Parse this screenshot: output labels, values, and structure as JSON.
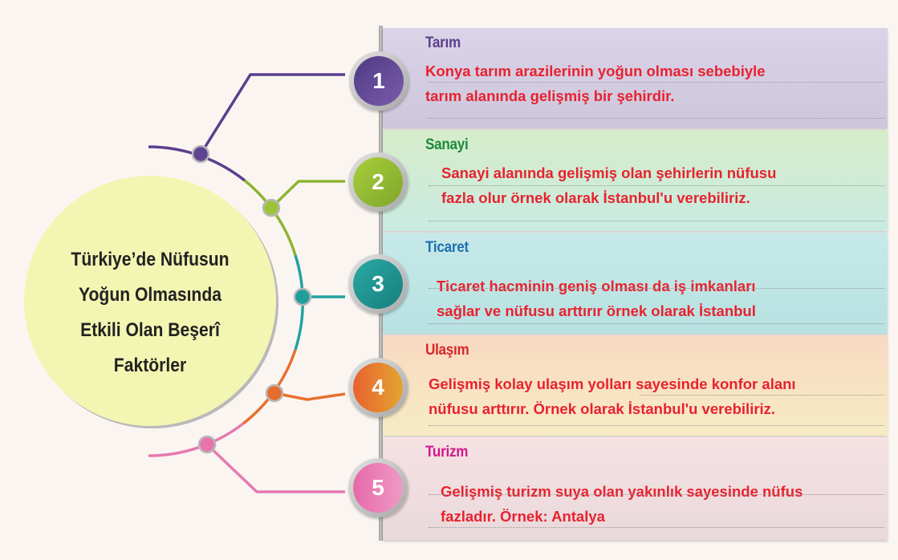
{
  "center": {
    "title_lines": [
      "Türkiye’de Nüfusun",
      "Yoğun Olmasında",
      "Etkili Olan Beşerî",
      "Faktörler"
    ]
  },
  "factors": [
    {
      "number": "1",
      "title": "Tarım",
      "title_color": "#5b3f8c",
      "lines": [
        "Konya tarım arazilerinin yoğun olması  sebebiyle",
        "tarım alanında gelişmiş bir şehirdir."
      ],
      "card_color": "#d6cfe3",
      "circle_color": "#5e4592",
      "line_color": "#5b3f8c"
    },
    {
      "number": "2",
      "title": "Sanayi",
      "title_color": "#1a8a3c",
      "lines": [
        "Sanayi alanında gelişmiş olan şehirlerin nüfusu",
        "fazla olur örnek olarak İstanbul'u verebiliriz."
      ],
      "card_color": "#d5eccf",
      "circle_color": "#9cc43a",
      "line_color": "#8db432"
    },
    {
      "number": "3",
      "title": "Ticaret",
      "title_color": "#1f6fb2",
      "lines": [
        "Ticaret hacminin geniş olması da iş imkanları",
        "sağlar ve nüfusu arttırır örnek olarak İstanbul"
      ],
      "card_color": "#c3e7e7",
      "circle_color": "#1f9e9a",
      "line_color": "#22a2a0"
    },
    {
      "number": "4",
      "title": "Ulaşım",
      "title_color": "#d8262b",
      "lines": [
        "Gelişmiş kolay ulaşım yolları sayesinde konfor alanı",
        "nüfusu arttırır. Örnek olarak İstanbul'u verebiliriz."
      ],
      "card_color": "#f8dcc0",
      "circle_color": "#e76b2d",
      "line_color": "#e8702d"
    },
    {
      "number": "5",
      "title": "Turizm",
      "title_color": "#d6178a",
      "lines": [
        "Gelişmiş turizm suya olan yakınlık sayesinde nüfus",
        "fazladır. Örnek: Antalya"
      ],
      "card_color": "#f2dfe2",
      "circle_color": "#e774ad",
      "line_color": "#e57aaf"
    }
  ]
}
